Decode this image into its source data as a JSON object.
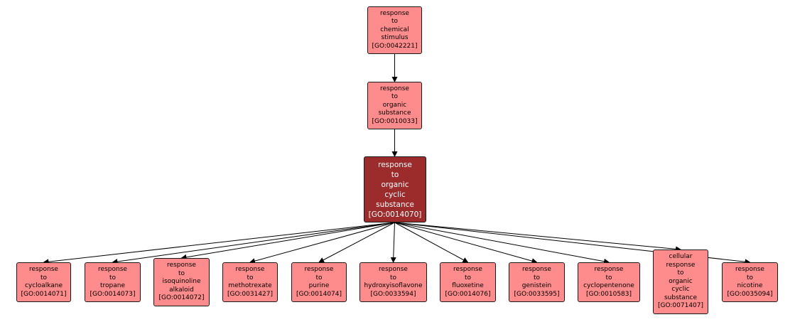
{
  "colors": {
    "node_fill": "#ff8c8c",
    "focus_fill": "#9c2c2c",
    "node_border": "#1a1a1a",
    "edge": "#000000"
  },
  "nodes": {
    "chemical_stimulus": {
      "lines": [
        "response",
        "to",
        "chemical",
        "stimulus"
      ],
      "id": "[GO:0042221]"
    },
    "organic_substance": {
      "lines": [
        "response",
        "to",
        "organic",
        "substance"
      ],
      "id": "[GO:0010033]"
    },
    "organic_cyclic": {
      "lines": [
        "response",
        "to",
        "organic",
        "cyclic",
        "substance"
      ],
      "id": "[GO:0014070]"
    },
    "cycloalkane": {
      "lines": [
        "response",
        "to",
        "cycloalkane"
      ],
      "id": "[GO:0014071]"
    },
    "tropane": {
      "lines": [
        "response",
        "to",
        "tropane"
      ],
      "id": "[GO:0014073]"
    },
    "isoquinoline": {
      "lines": [
        "response",
        "to",
        "isoquinoline",
        "alkaloid"
      ],
      "id": "[GO:0014072]"
    },
    "methotrexate": {
      "lines": [
        "response",
        "to",
        "methotrexate"
      ],
      "id": "[GO:0031427]"
    },
    "purine": {
      "lines": [
        "response",
        "to",
        "purine"
      ],
      "id": "[GO:0014074]"
    },
    "hydroxyisoflavone": {
      "lines": [
        "response",
        "to",
        "hydroxyisoflavone"
      ],
      "id": "[GO:0033594]"
    },
    "fluoxetine": {
      "lines": [
        "response",
        "to",
        "fluoxetine"
      ],
      "id": "[GO:0014076]"
    },
    "genistein": {
      "lines": [
        "response",
        "to",
        "genistein"
      ],
      "id": "[GO:0033595]"
    },
    "cyclopentenone": {
      "lines": [
        "response",
        "to",
        "cyclopentenone"
      ],
      "id": "[GO:0010583]"
    },
    "cellular_organic_cyclic": {
      "lines": [
        "cellular",
        "response",
        "to",
        "organic",
        "cyclic",
        "substance"
      ],
      "id": "[GO:0071407]"
    },
    "nicotine": {
      "lines": [
        "response",
        "to",
        "nicotine"
      ],
      "id": "[GO:0035094]"
    }
  }
}
